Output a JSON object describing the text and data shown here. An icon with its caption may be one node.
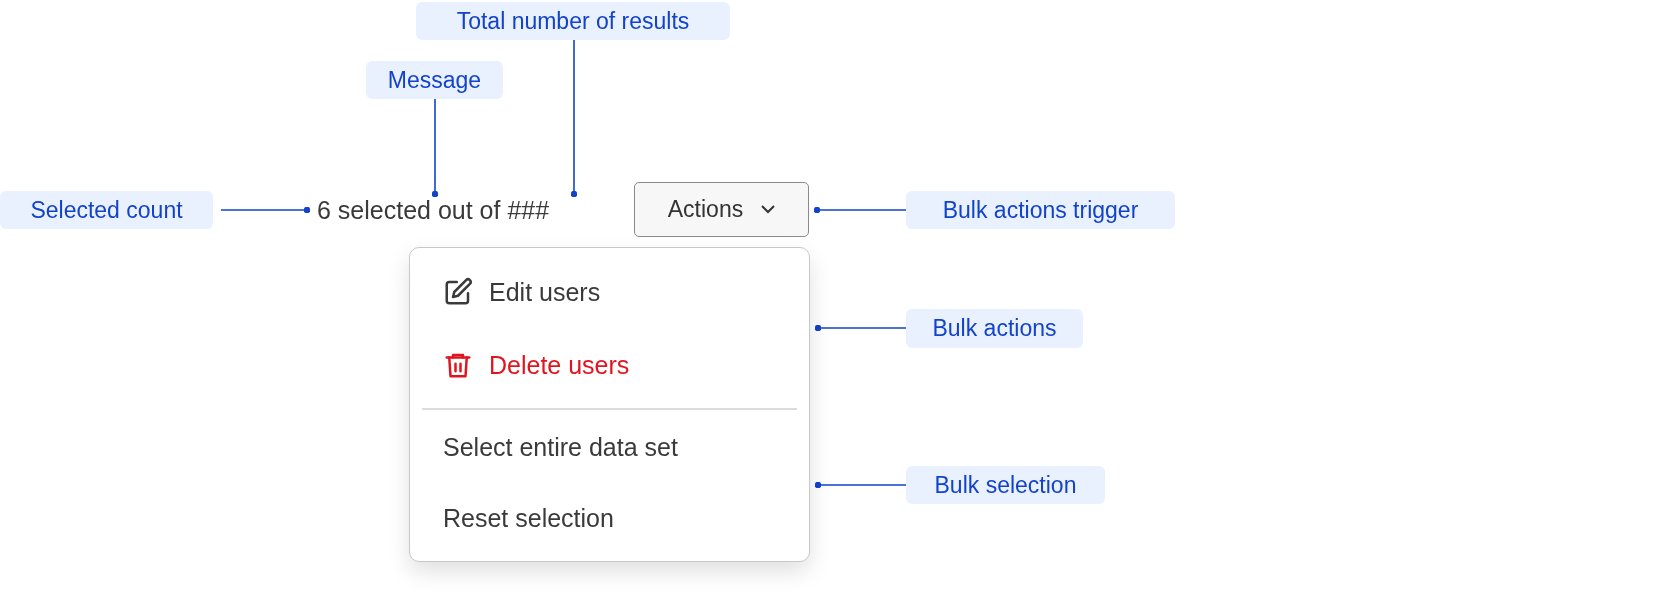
{
  "diagram": {
    "nodes": [
      {
        "text": [
          "Total number of results"
        ]
      },
      {
        "text": [
          "Message"
        ]
      },
      {
        "text": [
          "Selected count"
        ]
      },
      {
        "text": [
          "6 selected out of ###"
        ]
      },
      {
        "text": [
          "Actions"
        ]
      },
      {
        "text": [
          "Bulk actions trigger"
        ]
      },
      {
        "text": [],
        "shape": "box"
      },
      {
        "text": [
          "Edit users"
        ],
        "in": 6
      },
      {
        "text": [
          "Delete users"
        ],
        "in": 6
      },
      {
        "text": [
          "Select entire data set"
        ],
        "in": 6
      },
      {
        "text": [
          "Reset selection"
        ],
        "in": 6
      },
      {
        "text": [
          "Bulk actions"
        ]
      },
      {
        "text": [
          "Bulk selection"
        ]
      }
    ],
    "edges": [
      {
        "from": 0,
        "to": 3,
        "arrow": "other"
      },
      {
        "from": 1,
        "to": 3,
        "arrow": "other"
      },
      {
        "from": 2,
        "to": 3,
        "arrow": "other"
      },
      {
        "from": 5,
        "to": 4,
        "arrow": "other"
      },
      {
        "from": 11,
        "to": 6,
        "arrow": "other"
      },
      {
        "from": 12,
        "to": 6,
        "arrow": "other"
      }
    ]
  }
}
